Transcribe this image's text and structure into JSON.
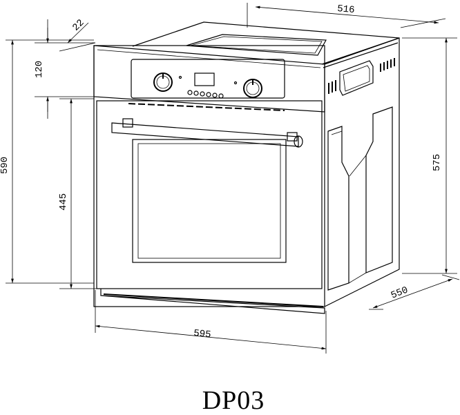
{
  "drawing": {
    "model": "DP03",
    "dimensions": {
      "top_depth": "516",
      "front_offset": "22",
      "panel_height": "120",
      "total_height": "590",
      "door_height": "445",
      "side_height": "575",
      "side_depth": "550",
      "front_width": "595"
    }
  }
}
